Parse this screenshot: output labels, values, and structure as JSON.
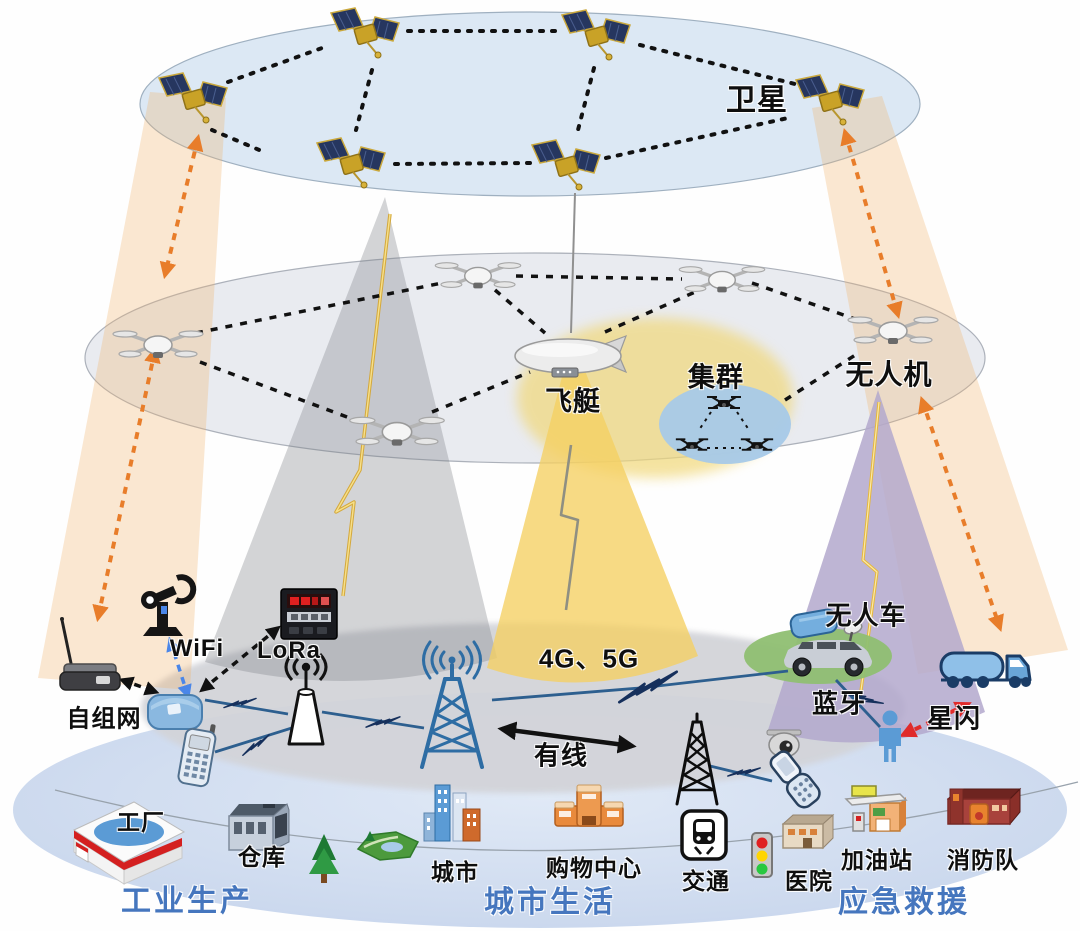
{
  "labels": {
    "satellite": "卫星",
    "airship": "飞艇",
    "swarm": "集群",
    "uav": "无人机",
    "adhoc": "自组网",
    "wifi": "WiFi",
    "lora": "LoRa",
    "cellular": "4G、5G",
    "wired": "有线",
    "ugv": "无人车",
    "bluetooth": "蓝牙",
    "nearlink": "星闪",
    "factory": "工厂",
    "warehouse": "仓库",
    "city": "城市",
    "mall": "购物中心",
    "transit": "交通",
    "hospital": "医院",
    "gas_station": "加油站",
    "fire_station": "消防队",
    "zone_industry": "工业生产",
    "zone_city": "城市生活",
    "zone_emergency": "应急救援"
  },
  "colors": {
    "zone_label": "#4576be",
    "satellite_layer_fill": "#dce8f4",
    "aerial_layer_fill": "#e9ebf0",
    "ground_shade_fill": "#d3d4d9",
    "ground_layer_fill": "#c9d7ee",
    "beam_orange": "#f2b36b",
    "cone_gray": "#7a7c84",
    "cone_yellow": "#f5cf62",
    "cone_purple": "#b3a8cd",
    "swarm_ellipse_fill": "#a6c9e8",
    "swarm_glow_fill": "#f1d879",
    "ugv_pad_fill": "#8fbf72",
    "link_blue": "#2d5f8f",
    "arrow_orange": "#e87d2a",
    "arrow_red": "#e02b2b",
    "bolt_yellow": "#ffe81a"
  }
}
